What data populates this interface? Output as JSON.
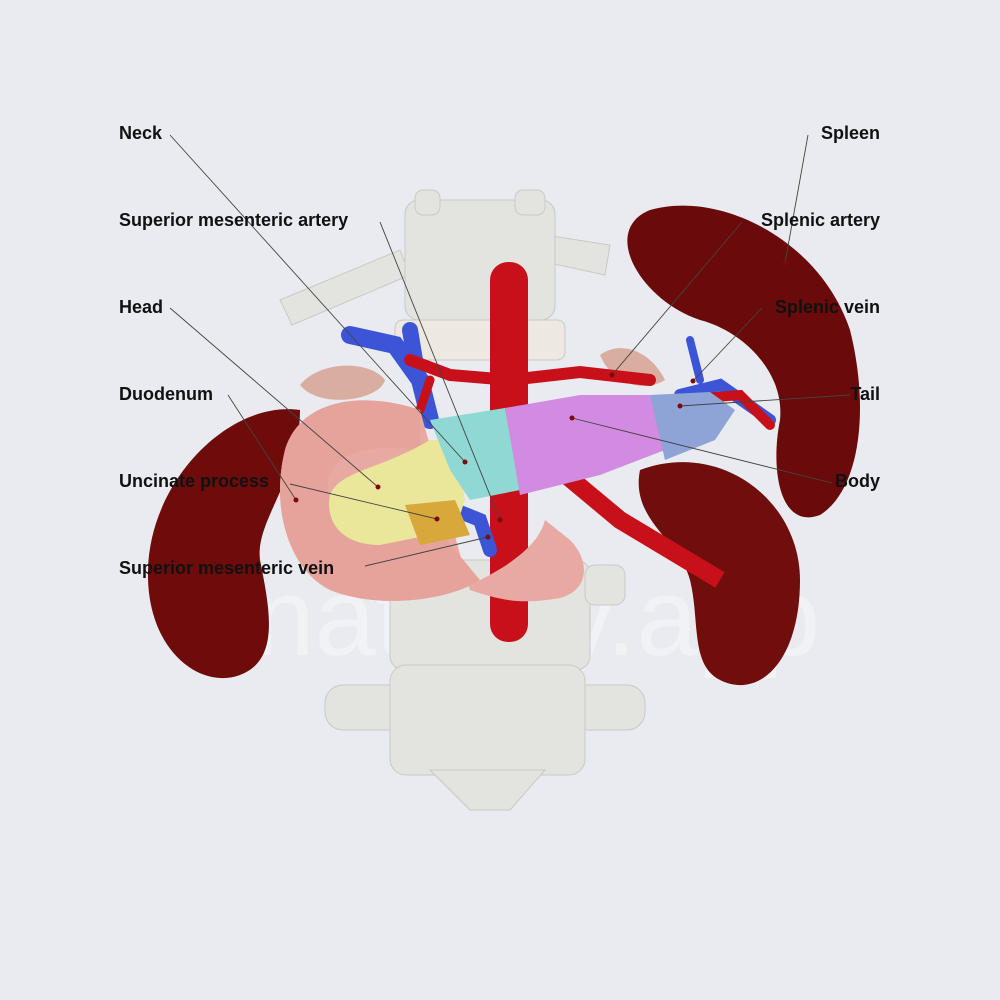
{
  "labels": {
    "neck": "Neck",
    "superior_mesenteric_artery": "Superior mesenteric artery",
    "head": "Head",
    "duodenum": "Duodenum",
    "uncinate_process": "Uncinate process",
    "superior_mesenteric_vein": "Superior mesenteric vein",
    "spleen": "Spleen",
    "splenic_artery": "Splenic artery",
    "splenic_vein": "Splenic vein",
    "tail": "Tail",
    "body": "Body"
  },
  "watermark": "Anatomy.app",
  "colors": {
    "background": "#e9ebf0",
    "pancreas_head": "#ebe79a",
    "pancreas_neck": "#8fd8d4",
    "pancreas_body": "#d28be0",
    "pancreas_tail": "#8ea3d6",
    "uncinate": "#d9a83a",
    "artery": "#c8101a",
    "vein": "#3b55d6",
    "kidney": "#6e0c0c",
    "duodenum": "#e8a9a2",
    "bone": "#e6e6e2"
  }
}
